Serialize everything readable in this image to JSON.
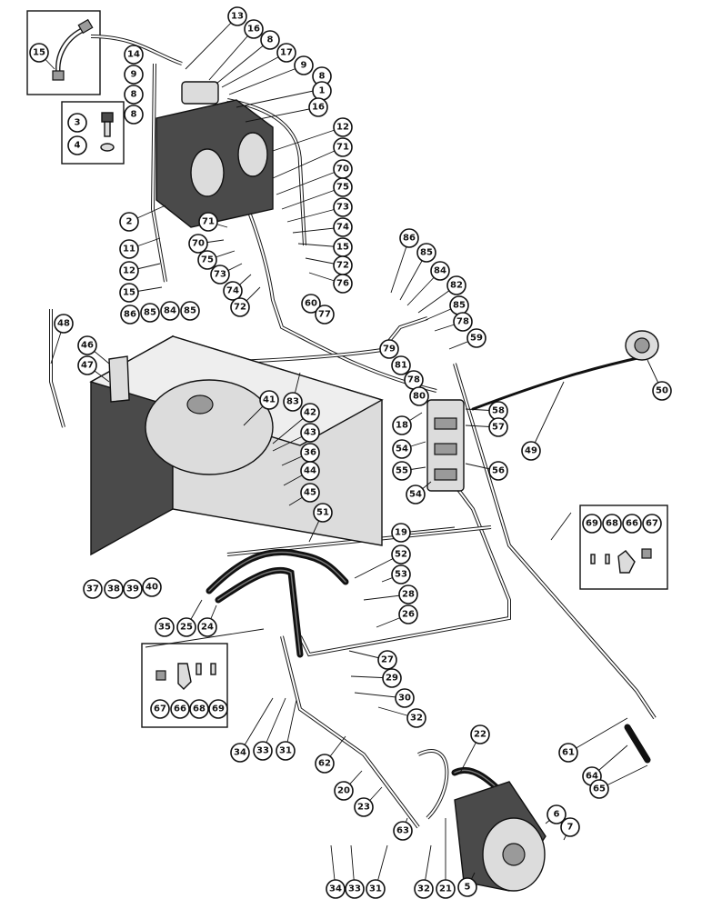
{
  "callouts": [
    {
      "label": "15"
    },
    {
      "label": "13"
    },
    {
      "label": "16"
    },
    {
      "label": "8"
    },
    {
      "label": "17"
    },
    {
      "label": "9"
    },
    {
      "label": "8"
    },
    {
      "label": "14"
    },
    {
      "label": "9"
    },
    {
      "label": "8"
    },
    {
      "label": "8"
    },
    {
      "label": "1"
    },
    {
      "label": "3"
    },
    {
      "label": "4"
    },
    {
      "label": "16"
    },
    {
      "label": "12"
    },
    {
      "label": "71"
    },
    {
      "label": "70"
    },
    {
      "label": "75"
    },
    {
      "label": "73"
    },
    {
      "label": "74"
    },
    {
      "label": "15"
    },
    {
      "label": "72"
    },
    {
      "label": "76"
    },
    {
      "label": "2"
    },
    {
      "label": "71"
    },
    {
      "label": "11"
    },
    {
      "label": "70"
    },
    {
      "label": "12"
    },
    {
      "label": "75"
    },
    {
      "label": "73"
    },
    {
      "label": "15"
    },
    {
      "label": "74"
    },
    {
      "label": "72"
    },
    {
      "label": "86"
    },
    {
      "label": "85"
    },
    {
      "label": "84"
    },
    {
      "label": "82"
    },
    {
      "label": "85"
    },
    {
      "label": "78"
    },
    {
      "label": "59"
    },
    {
      "label": "86"
    },
    {
      "label": "85"
    },
    {
      "label": "84"
    },
    {
      "label": "85"
    },
    {
      "label": "60"
    },
    {
      "label": "77"
    },
    {
      "label": "79"
    },
    {
      "label": "81"
    },
    {
      "label": "78"
    },
    {
      "label": "80"
    },
    {
      "label": "48"
    },
    {
      "label": "46"
    },
    {
      "label": "47"
    },
    {
      "label": "83"
    },
    {
      "label": "41"
    },
    {
      "label": "42"
    },
    {
      "label": "43"
    },
    {
      "label": "36"
    },
    {
      "label": "44"
    },
    {
      "label": "45"
    },
    {
      "label": "50"
    },
    {
      "label": "58"
    },
    {
      "label": "57"
    },
    {
      "label": "18"
    },
    {
      "label": "54"
    },
    {
      "label": "49"
    },
    {
      "label": "55"
    },
    {
      "label": "56"
    },
    {
      "label": "54"
    },
    {
      "label": "51"
    },
    {
      "label": "19"
    },
    {
      "label": "69"
    },
    {
      "label": "68"
    },
    {
      "label": "66"
    },
    {
      "label": "67"
    },
    {
      "label": "52"
    },
    {
      "label": "53"
    },
    {
      "label": "37"
    },
    {
      "label": "38"
    },
    {
      "label": "39"
    },
    {
      "label": "40"
    },
    {
      "label": "28"
    },
    {
      "label": "26"
    },
    {
      "label": "35"
    },
    {
      "label": "25"
    },
    {
      "label": "24"
    },
    {
      "label": "27"
    },
    {
      "label": "29"
    },
    {
      "label": "30"
    },
    {
      "label": "67"
    },
    {
      "label": "66"
    },
    {
      "label": "68"
    },
    {
      "label": "69"
    },
    {
      "label": "32"
    },
    {
      "label": "34"
    },
    {
      "label": "33"
    },
    {
      "label": "31"
    },
    {
      "label": "62"
    },
    {
      "label": "22"
    },
    {
      "label": "61"
    },
    {
      "label": "64"
    },
    {
      "label": "20"
    },
    {
      "label": "23"
    },
    {
      "label": "65"
    },
    {
      "label": "6"
    },
    {
      "label": "63"
    },
    {
      "label": "7"
    },
    {
      "label": "34"
    },
    {
      "label": "33"
    },
    {
      "label": "31"
    },
    {
      "label": "32"
    },
    {
      "label": "21"
    },
    {
      "label": "5"
    }
  ]
}
